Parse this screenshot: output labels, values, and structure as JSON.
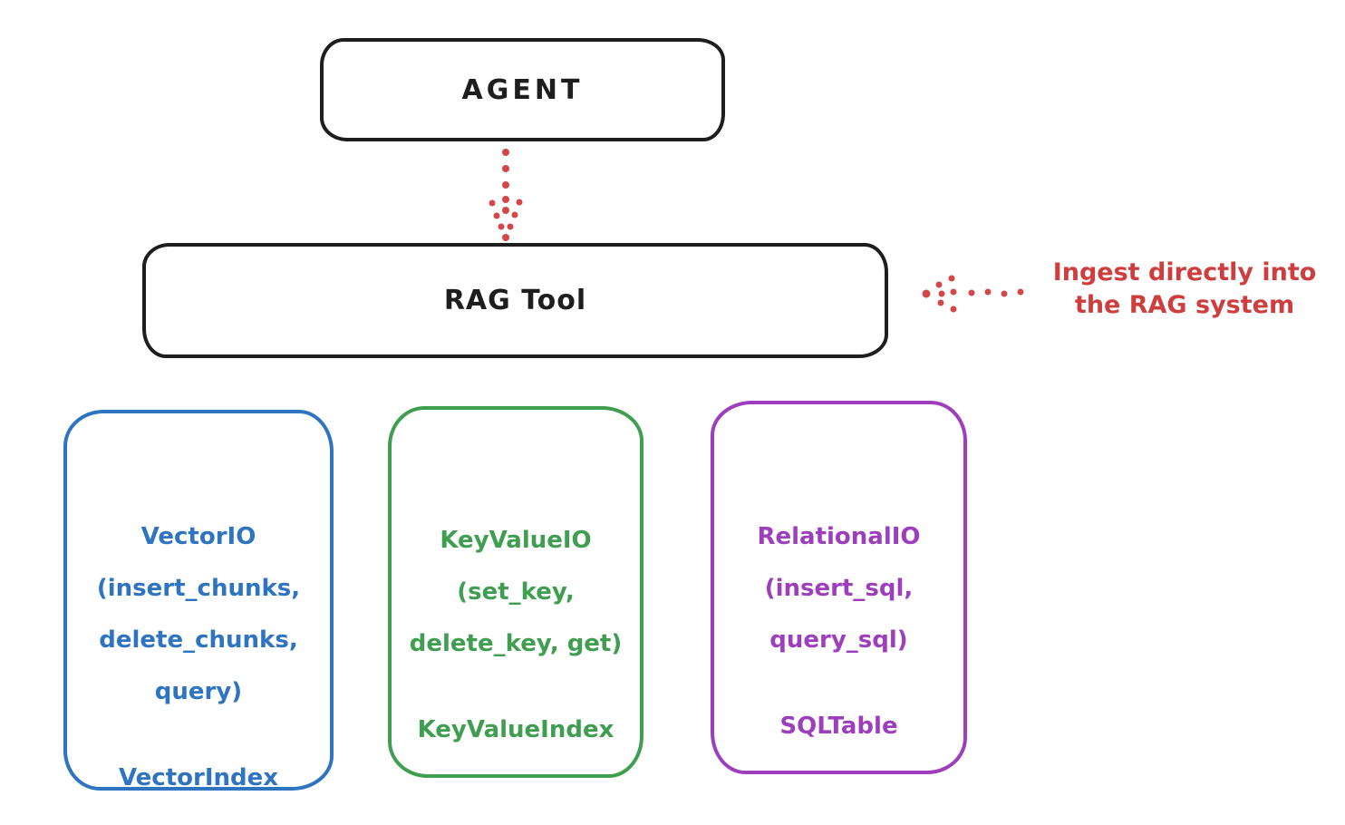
{
  "diagram": {
    "agent_box": {
      "label": "AGENT"
    },
    "rag_tool_box": {
      "label": "RAG Tool"
    },
    "annotation": {
      "line1": "Ingest directly into",
      "line2": "the RAG system"
    },
    "backend_boxes": [
      {
        "id": "vector-io",
        "accent": "#2e74c0",
        "lines": [
          "VectorIO",
          "(insert_chunks,",
          "delete_chunks,",
          "query)"
        ],
        "index_label": "VectorIndex"
      },
      {
        "id": "keyvalue-io",
        "accent": "#3f9e50",
        "lines": [
          "KeyValueIO",
          "(set_key,",
          "delete_key, get)"
        ],
        "index_label": "KeyValueIndex"
      },
      {
        "id": "relational-io",
        "accent": "#9d3fbd",
        "lines": [
          "RelationalIO",
          "(insert_sql,",
          "query_sql)"
        ],
        "index_label": "SQLTable"
      }
    ],
    "colors": {
      "stroke_black": "#1e1e1e",
      "arrow_red": "#d24848",
      "annotation_red": "#ce3e3e",
      "vector_blue": "#2e74c0",
      "keyvalue_green": "#3f9e50",
      "relational_purple": "#9d3fbd",
      "background": "#ffffff"
    }
  }
}
